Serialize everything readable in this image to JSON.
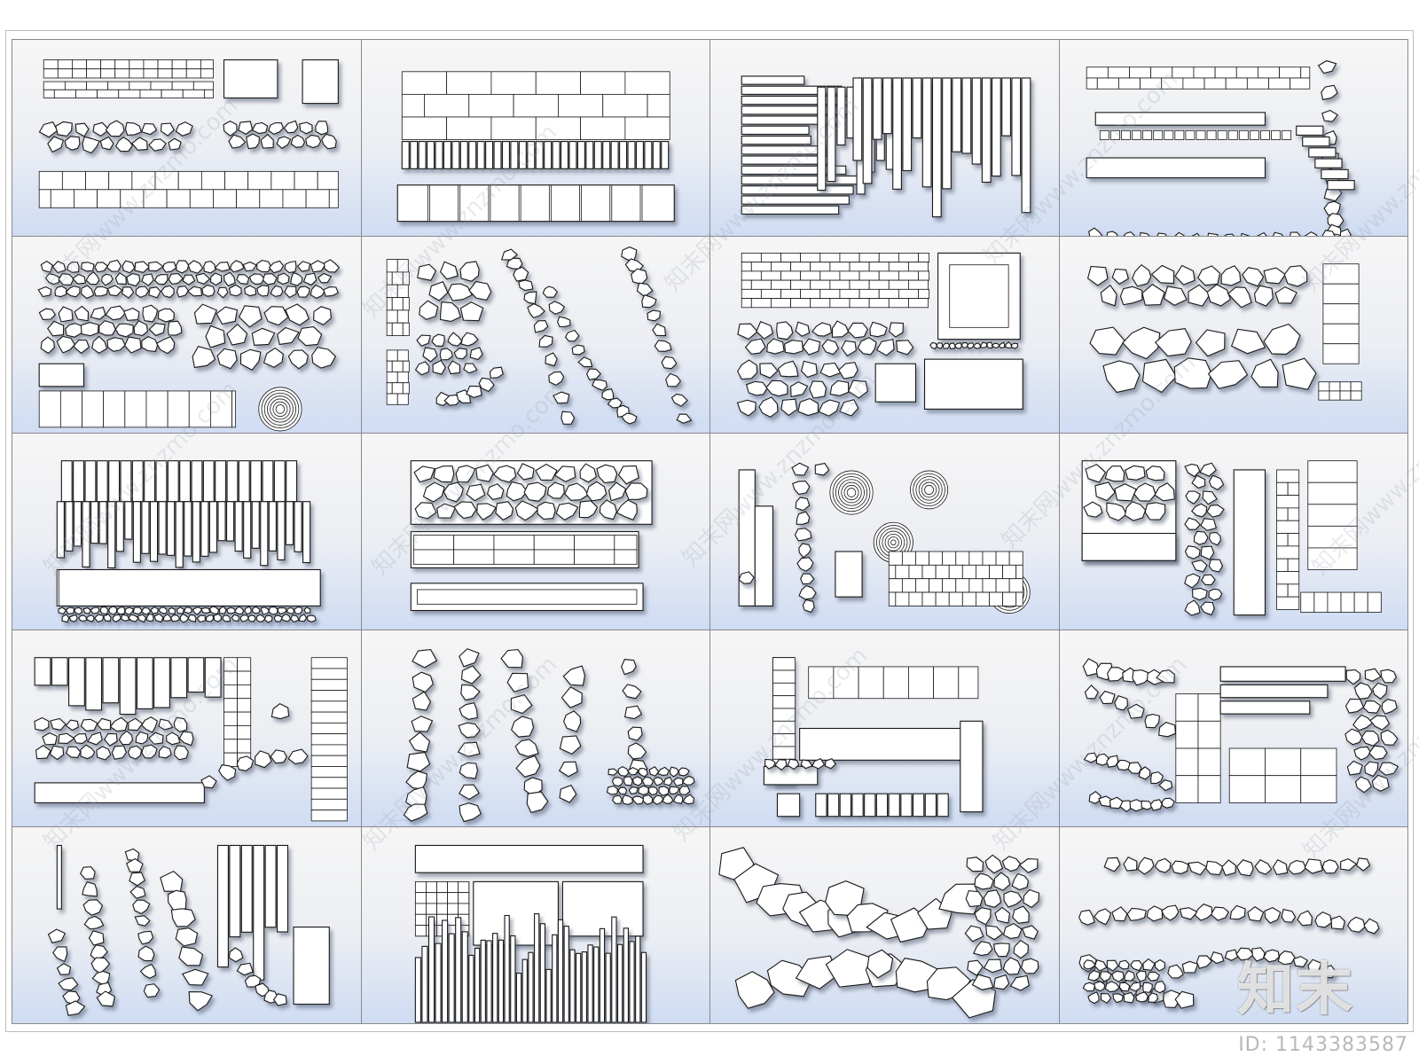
{
  "sheet": {
    "columns": 4,
    "rows": 5,
    "panel_patterns": [
      "brick-mix",
      "slab-grid",
      "strip-stack",
      "stepping-path",
      "pebble-band",
      "flagstone-path",
      "stone-wall-mix",
      "flagstone-field",
      "plank-fence",
      "stone-strip",
      "stepping-circles",
      "stone-column",
      "plank-pebble",
      "scattered-stones",
      "stone-corner",
      "stepping-mix",
      "rock-arc",
      "plank-skyline",
      "pentagon-arc",
      "pebble-wave"
    ]
  },
  "watermark": {
    "text": "知末网www.znzmo.com",
    "logo": "知末",
    "image_id": "ID: 1143383587"
  },
  "colors": {
    "panel_gradient_top": "#f6f6f6",
    "panel_gradient_bottom": "#cfdcf3",
    "paver_fill": "#ffffff",
    "paver_stroke": "#1a1a1a",
    "grid_line": "#8a8a8a"
  }
}
